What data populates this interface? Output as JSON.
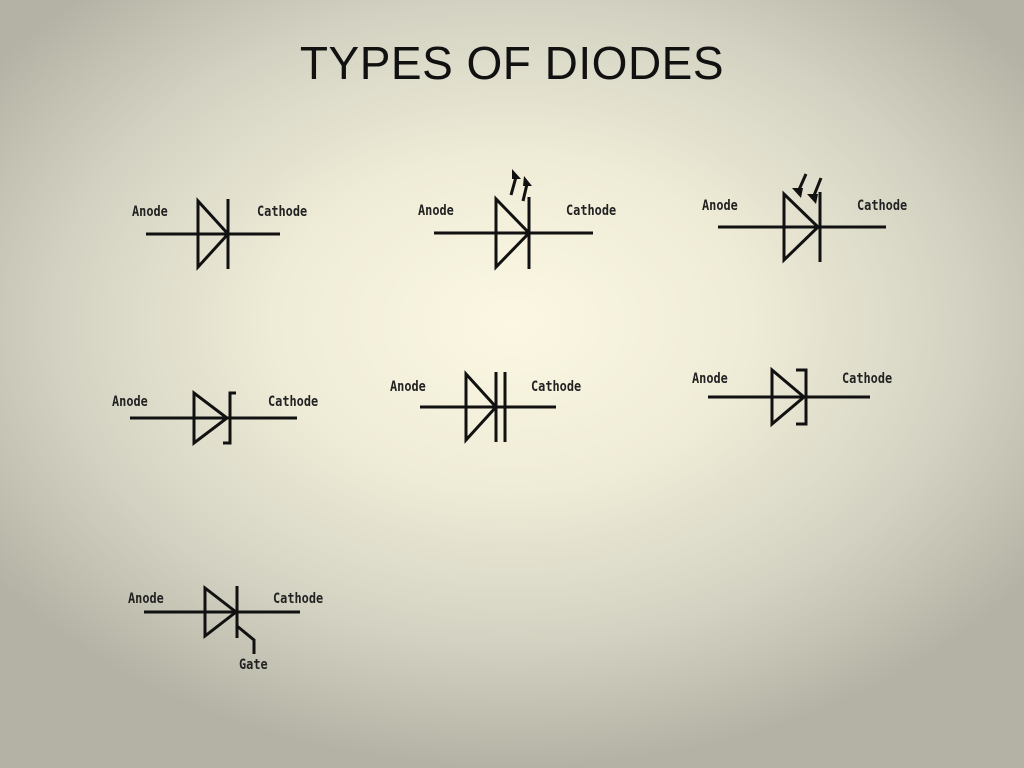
{
  "title": "TYPES OF DIODES",
  "symbols": [
    {
      "type": "pn-junction-diode",
      "anode": "Anode",
      "cathode": "Cathode"
    },
    {
      "type": "light-emitting-diode",
      "anode": "Anode",
      "cathode": "Cathode"
    },
    {
      "type": "photodiode",
      "anode": "Anode",
      "cathode": "Cathode"
    },
    {
      "type": "zener-diode",
      "anode": "Anode",
      "cathode": "Cathode"
    },
    {
      "type": "varactor-diode",
      "anode": "Anode",
      "cathode": "Cathode"
    },
    {
      "type": "tunnel-diode",
      "anode": "Anode",
      "cathode": "Cathode"
    },
    {
      "type": "silicon-controlled-rectifier",
      "anode": "Anode",
      "cathode": "Cathode",
      "gate": "Gate"
    }
  ]
}
